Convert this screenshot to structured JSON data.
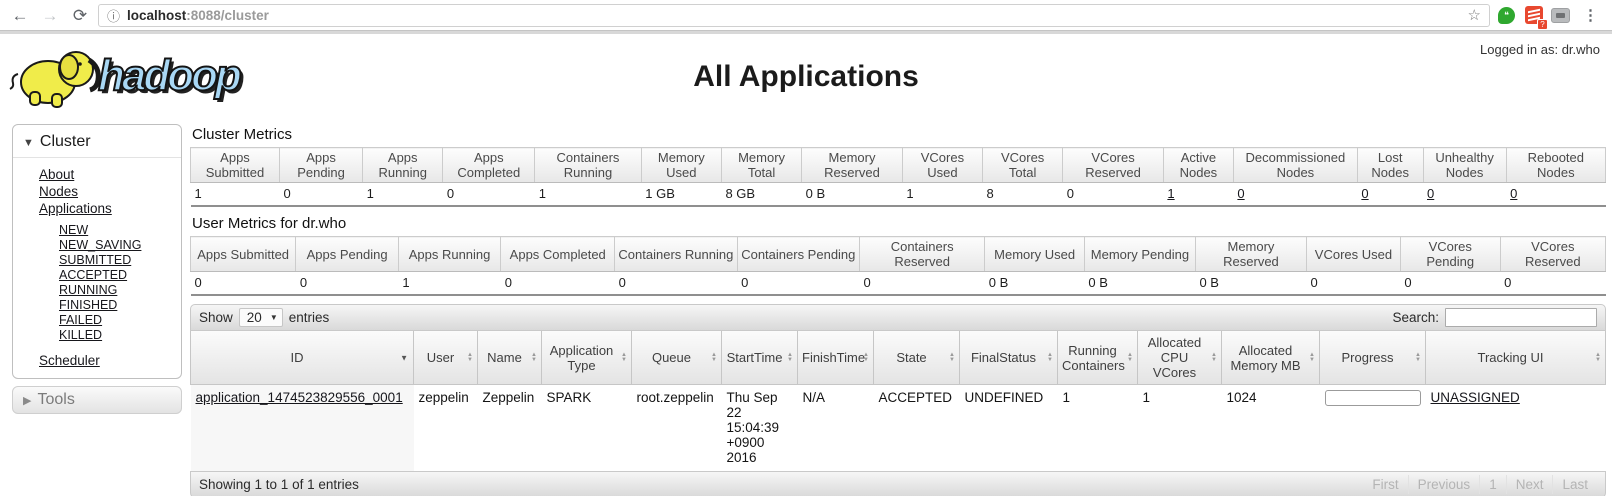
{
  "browser": {
    "url_host": "localhost",
    "url_path": ":8088/cluster"
  },
  "icons": {
    "back": "←",
    "forward": "→",
    "refresh": "⟳",
    "info": "ⓘ",
    "star": "☆",
    "menu": "⋮",
    "quote": "❝",
    "question": "?",
    "caret_down": "▼",
    "caret_right": "▶",
    "select_caret": "▼",
    "sort_desc": "▼",
    "sort_up": "▲",
    "sort_down": "▼"
  },
  "header": {
    "logged_in": "Logged in as: dr.who",
    "logo_text": "hadoop",
    "title": "All Applications"
  },
  "sidebar": {
    "cluster_label": "Cluster",
    "items": [
      {
        "label": "About"
      },
      {
        "label": "Nodes"
      },
      {
        "label": "Applications"
      }
    ],
    "app_states": [
      "NEW",
      "NEW_SAVING",
      "SUBMITTED",
      "ACCEPTED",
      "RUNNING",
      "FINISHED",
      "FAILED",
      "KILLED"
    ],
    "scheduler_label": "Scheduler",
    "tools_label": "Tools"
  },
  "cluster_metrics": {
    "title": "Cluster Metrics",
    "columns": [
      "Apps Submitted",
      "Apps Pending",
      "Apps Running",
      "Apps Completed",
      "Containers Running",
      "Memory Used",
      "Memory Total",
      "Memory Reserved",
      "VCores Used",
      "VCores Total",
      "VCores Reserved",
      "Active Nodes",
      "Decommissioned Nodes",
      "Lost Nodes",
      "Unhealthy Nodes",
      "Rebooted Nodes"
    ],
    "values": [
      "1",
      "0",
      "1",
      "0",
      "1",
      "1 GB",
      "8 GB",
      "0 B",
      "1",
      "8",
      "0",
      "1",
      "0",
      "0",
      "0",
      "0"
    ]
  },
  "user_metrics": {
    "title": "User Metrics for dr.who",
    "columns": [
      "Apps Submitted",
      "Apps Pending",
      "Apps Running",
      "Apps Completed",
      "Containers Running",
      "Containers Pending",
      "Containers Reserved",
      "Memory Used",
      "Memory Pending",
      "Memory Reserved",
      "VCores Used",
      "VCores Pending",
      "VCores Reserved"
    ],
    "values": [
      "0",
      "0",
      "1",
      "0",
      "0",
      "0",
      "0",
      "0 B",
      "0 B",
      "0 B",
      "0",
      "0",
      "0"
    ]
  },
  "apps_table": {
    "show_label": "Show",
    "page_size": "20",
    "entries_label": "entries",
    "search_label": "Search:",
    "columns": [
      "ID",
      "User",
      "Name",
      "Application Type",
      "Queue",
      "StartTime",
      "FinishTime",
      "State",
      "FinalStatus",
      "Running Containers",
      "Allocated CPU VCores",
      "Allocated Memory MB",
      "Progress",
      "Tracking UI"
    ],
    "row": {
      "id": "application_1474523829556_0001",
      "user": "zeppelin",
      "name": "Zeppelin",
      "application_type": "SPARK",
      "queue": "root.zeppelin",
      "start_time": "Thu Sep 22 15:04:39 +0900 2016",
      "finish_time": "N/A",
      "state": "ACCEPTED",
      "final_status": "UNDEFINED",
      "running_containers": "1",
      "allocated_cpu_vcores": "1",
      "allocated_memory_mb": "1024",
      "progress_percent": 0,
      "tracking_ui": "UNASSIGNED"
    },
    "footer": {
      "showing": "Showing 1 to 1 of 1 entries",
      "pagination": [
        "First",
        "Previous",
        "1",
        "Next",
        "Last"
      ]
    }
  }
}
